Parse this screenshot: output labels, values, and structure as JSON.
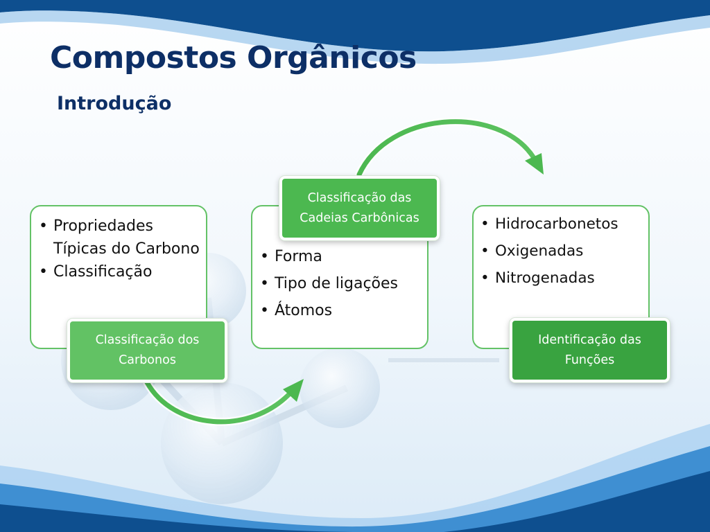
{
  "slide": {
    "title": "Compostos Orgânicos",
    "subtitle": "Introdução"
  },
  "colors": {
    "title": "#0d2f66",
    "wave_dark": "#0e4f8f",
    "wave_light": "#3f8fd2",
    "card_border": "#63c266",
    "label_1": "#62c264",
    "label_2": "#4cb850",
    "label_3": "#39a340",
    "arrow": "#4cb850"
  },
  "process": [
    {
      "items": [
        "Propriedades Típicas do Carbono",
        "Classificação"
      ],
      "label": "Classificação dos Carbonos"
    },
    {
      "items": [
        "Forma",
        "Tipo de ligações",
        "Átomos"
      ],
      "label": "Classificação das Cadeias Carbônicas"
    },
    {
      "items": [
        "Hidrocarbonetos",
        "Oxigenadas",
        "Nitrogenadas"
      ],
      "label": "Identificação das Funções"
    }
  ]
}
